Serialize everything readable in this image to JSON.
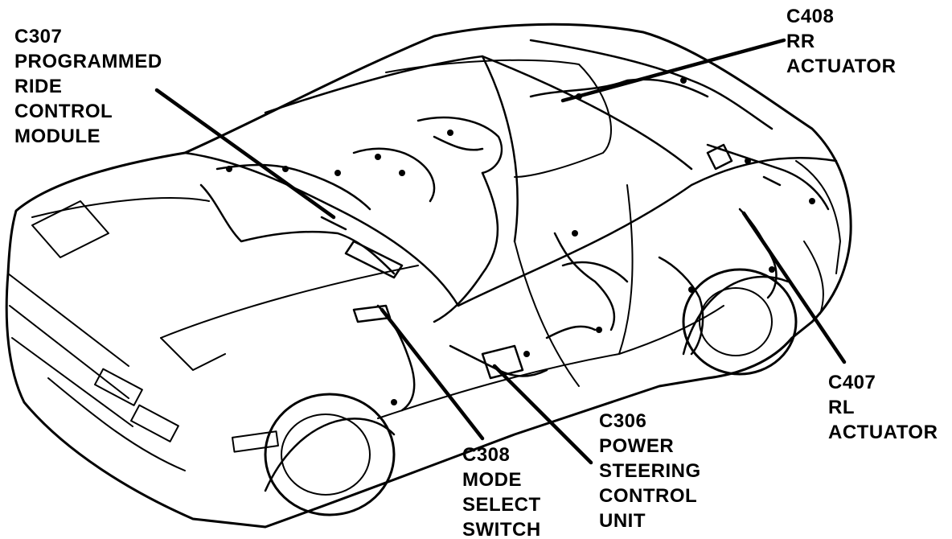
{
  "diagram": {
    "callouts": {
      "c307": {
        "lines": [
          "C307",
          "PROGRAMMED",
          "RIDE",
          "CONTROL",
          "MODULE"
        ]
      },
      "c408": {
        "lines": [
          "C408",
          "RR",
          "ACTUATOR"
        ]
      },
      "c407": {
        "lines": [
          "C407",
          "RL",
          "ACTUATOR"
        ]
      },
      "c306": {
        "lines": [
          "C306",
          "POWER",
          "STEERING",
          "CONTROL",
          "UNIT"
        ]
      },
      "c308": {
        "lines": [
          "C308",
          "MODE",
          "SELECT",
          "SWITCH"
        ]
      }
    },
    "colors": {
      "ink": "#000000",
      "paper": "#ffffff"
    }
  }
}
